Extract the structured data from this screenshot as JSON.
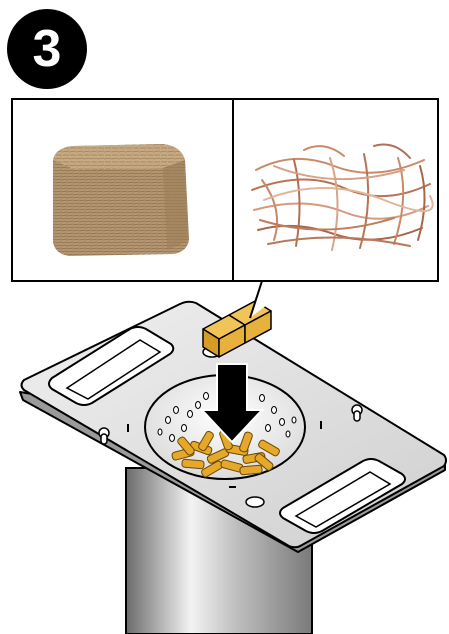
{
  "step": {
    "number": "3"
  },
  "callout": {
    "left_image": "compressed-wood-wool-cube",
    "right_image": "loose-wood-wool-bundle"
  },
  "colors": {
    "badge": "#000000",
    "plate": "#dcdcdc",
    "pellets": "#e5a82a",
    "firestarter": "#d9a12a",
    "arrow": "#000000"
  }
}
